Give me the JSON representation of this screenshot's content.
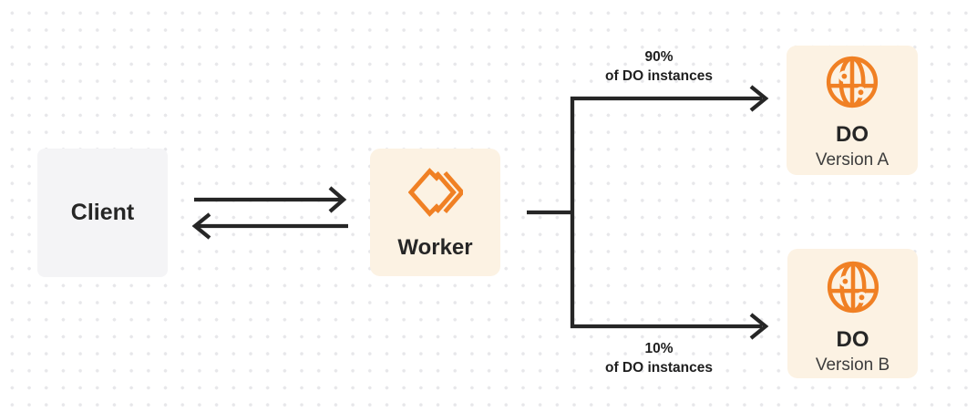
{
  "diagram": {
    "nodes": {
      "client": {
        "label": "Client"
      },
      "worker": {
        "label": "Worker",
        "icon": "workers-logo-icon"
      },
      "do_a": {
        "title": "DO",
        "subtitle": "Version A",
        "icon": "globe-icon"
      },
      "do_b": {
        "title": "DO",
        "subtitle": "Version B",
        "icon": "globe-icon"
      }
    },
    "edges": {
      "client_worker": {
        "style": "double-arrow"
      },
      "worker_to_do_a": {
        "label": [
          "90%",
          "of DO instances"
        ]
      },
      "worker_to_do_b": {
        "label": [
          "10%",
          "of DO instances"
        ]
      }
    },
    "colors": {
      "accent_orange": "#F08024",
      "node_cream": "#FCF2E3",
      "node_gray": "#F4F4F6",
      "line_dark": "#262626",
      "dot_grid": "#E7E7EA"
    }
  }
}
